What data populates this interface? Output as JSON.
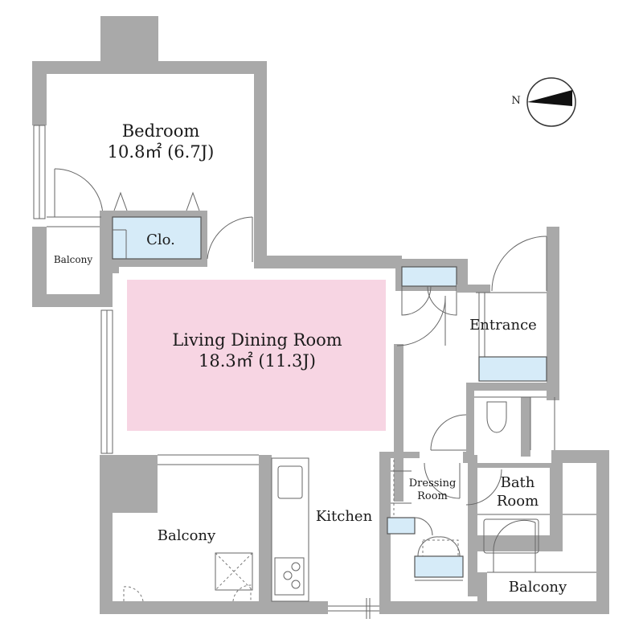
{
  "floorplan": {
    "rooms": {
      "bedroom": {
        "name": "Bedroom",
        "area": "10.8㎡ (6.7J)"
      },
      "closet": {
        "name": "Clo."
      },
      "balcony_small": {
        "name": "Balcony"
      },
      "living": {
        "name": "Living Dining Room",
        "area": "18.3㎡ (11.3J)"
      },
      "entrance": {
        "name": "Entrance"
      },
      "balcony_large": {
        "name": "Balcony"
      },
      "kitchen": {
        "name": "Kitchen"
      },
      "dressing": {
        "name": "Dressing",
        "name2": "Room"
      },
      "bath": {
        "name": "Bath",
        "name2": "Room"
      },
      "balcony_bath": {
        "name": "Balcony"
      }
    },
    "compass": {
      "label": "N",
      "icon": "north-arrow-icon"
    },
    "colors": {
      "wall": "#a9a9a9",
      "living_fill": "#f7d5e3",
      "storage_fill": "#d6ebf8"
    }
  }
}
